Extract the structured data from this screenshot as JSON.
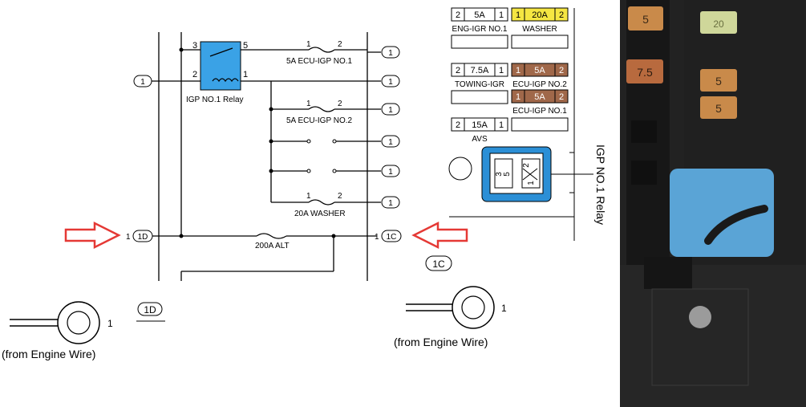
{
  "schematic": {
    "relay": {
      "name": "IGP NO.1 Relay",
      "pins": [
        "3",
        "5",
        "2",
        "1"
      ]
    },
    "fuses": [
      {
        "label": "5A ECU-IGP NO.1",
        "pin_a": "1",
        "pin_b": "2"
      },
      {
        "label": "5A ECU-IGP NO.2",
        "pin_a": "1",
        "pin_b": "2"
      },
      {
        "label": "20A WASHER",
        "pin_a": "1",
        "pin_b": "2"
      },
      {
        "label": "200A ALT"
      }
    ],
    "connector_refs": {
      "one": "1",
      "one_d": "1D",
      "one_c": "1C"
    },
    "pin_one": "1",
    "engine_wire_label": "(from Engine Wire)",
    "engine_wire_pin": "1"
  },
  "fuse_box_layout": {
    "fuses": [
      {
        "name": "ENG-IGR NO.1",
        "left": "2",
        "rating": "5A",
        "right": "1"
      },
      {
        "name": "WASHER",
        "left": "1",
        "rating": "20A",
        "right": "2",
        "highlight": "#f5e642"
      },
      {
        "name": "TOWING-IGR",
        "left": "2",
        "rating": "7.5A",
        "right": "1"
      },
      {
        "name": "ECU-IGP NO.2",
        "left": "1",
        "rating": "5A",
        "right": "2",
        "highlight": "#a0684a"
      },
      {
        "name": "ECU-IGP NO.1",
        "left": "1",
        "rating": "5A",
        "right": "2",
        "highlight": "#a0684a"
      },
      {
        "name": "AVS",
        "left": "2",
        "rating": "15A",
        "right": "1"
      }
    ],
    "relay_connector_pins": [
      "3",
      "5",
      "2",
      "1"
    ],
    "relay_label": "IGP NO.1 Relay",
    "relay_color": "#2b8fd6"
  },
  "arrow_color": "#e53935",
  "photo": {
    "fuse_labels": [
      "5",
      "20",
      "7.5",
      "5",
      "5"
    ]
  }
}
